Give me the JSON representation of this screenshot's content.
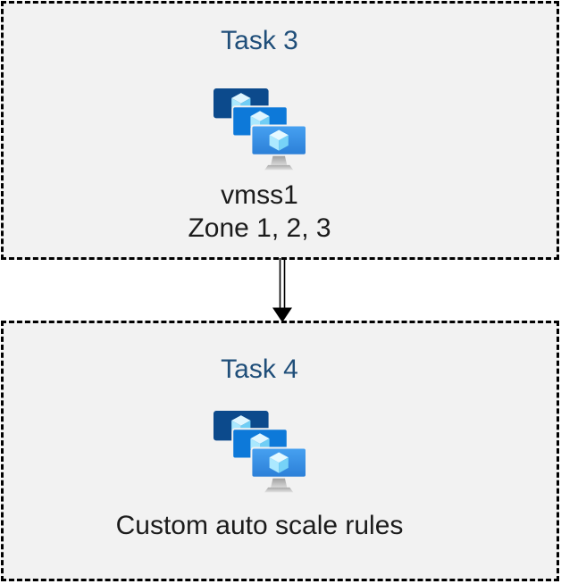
{
  "diagram": {
    "background": "#ffffff",
    "box_background": "#f2f2f2",
    "border_color": "#000000",
    "title_color": "#1f4e79",
    "text_color": "#1b1b1b"
  },
  "tasks": [
    {
      "title": "Task 3",
      "icon": "azure-vm-scale-sets",
      "lines": [
        "vmss1",
        "Zone 1, 2, 3"
      ]
    },
    {
      "title": "Task 4",
      "icon": "azure-vm-scale-sets",
      "lines": [
        "Custom auto scale rules"
      ]
    }
  ],
  "connector": {
    "type": "double-line-arrow",
    "direction": "down"
  }
}
